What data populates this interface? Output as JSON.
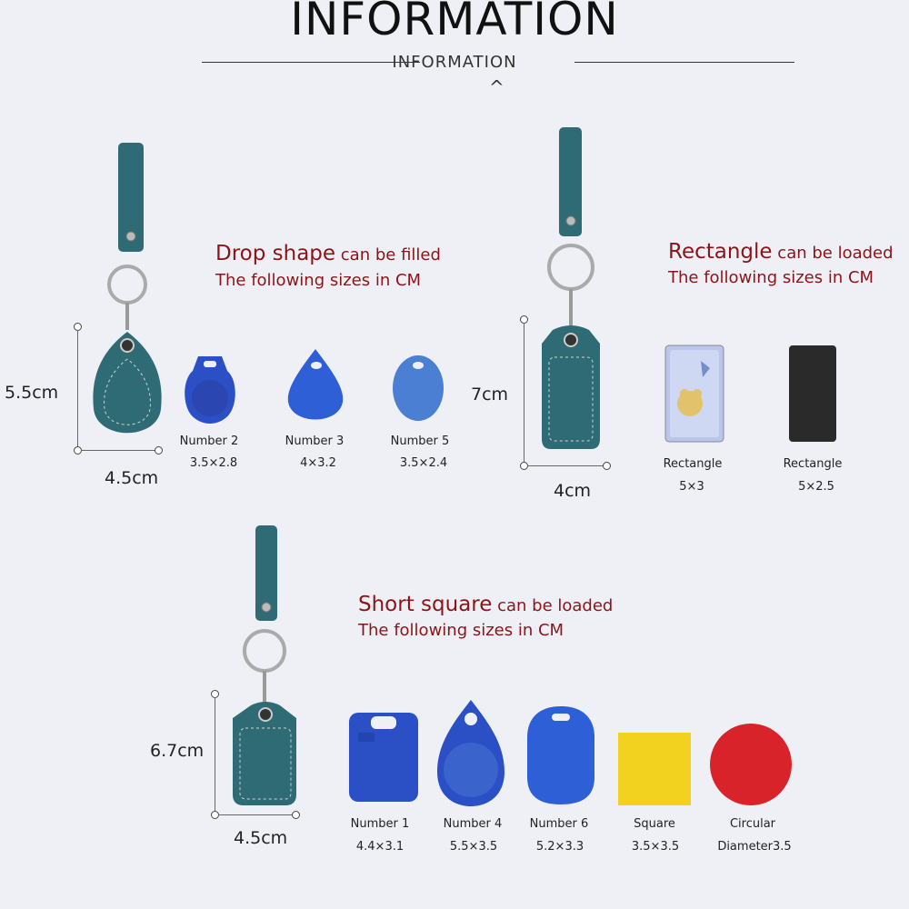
{
  "header": {
    "title": "INFORMATION",
    "subtitle": "INFORMATION",
    "caret": "^"
  },
  "colors": {
    "accent_red": "#8c1418",
    "leather_teal": "#2e6b75",
    "tag_blue": "#2b4fc4",
    "square_yellow": "#f2d21e",
    "circle_red": "#d8232a"
  },
  "sections": {
    "drop": {
      "heading_bold": "Drop shape",
      "heading_rest": " can be filled",
      "line2": "The following sizes in CM",
      "height": "5.5cm",
      "width": "4.5cm",
      "items": [
        {
          "name": "Number 2",
          "size": "3.5×2.8"
        },
        {
          "name": "Number 3",
          "size": "4×3.2"
        },
        {
          "name": "Number 5",
          "size": "3.5×2.4"
        }
      ]
    },
    "rect": {
      "heading_bold": "Rectangle",
      "heading_rest": " can be loaded",
      "line2": "The following sizes in CM",
      "height": "7cm",
      "width": "4cm",
      "items": [
        {
          "name": "Rectangle",
          "size": "5×3"
        },
        {
          "name": "Rectangle",
          "size": "5×2.5"
        }
      ]
    },
    "short": {
      "heading_bold": "Short square",
      "heading_rest": " can be loaded",
      "line2": "The following sizes in CM",
      "height": "6.7cm",
      "width": "4.5cm",
      "items": [
        {
          "name": "Number 1",
          "size": "4.4×3.1"
        },
        {
          "name": "Number 4",
          "size": "5.5×3.5"
        },
        {
          "name": "Number 6",
          "size": "5.2×3.3"
        },
        {
          "name": "Square",
          "size": "3.5×3.5"
        },
        {
          "name": "Circular",
          "size": "Diameter3.5"
        }
      ]
    }
  }
}
